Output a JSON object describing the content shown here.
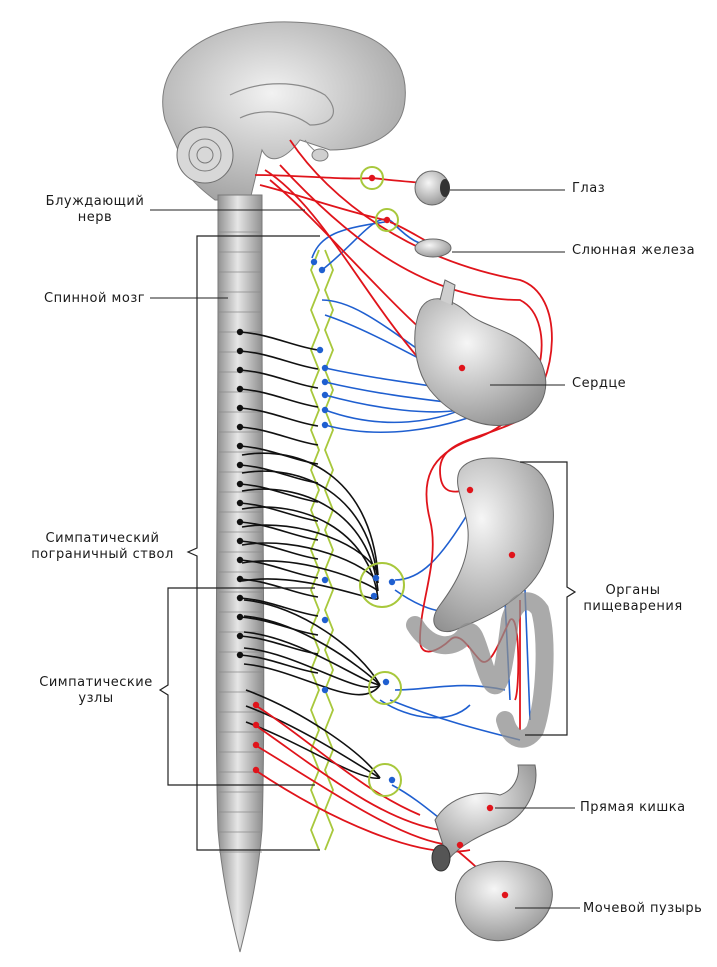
{
  "labels": {
    "vagus_nerve": [
      "Блуждающий",
      "нерв"
    ],
    "spinal_cord": "Спинной мозг",
    "sympathetic_trunk": [
      "Симпатический",
      "пограничный ствол"
    ],
    "sympathetic_ganglia": [
      "Симпатические",
      "узлы"
    ],
    "eye": "Глаз",
    "salivary_gland": "Слюнная железа",
    "heart": "Сердце",
    "digestive_organs": [
      "Органы",
      "пищеварения"
    ],
    "rectum": "Прямая кишка",
    "bladder": "Мочевой пузырь"
  },
  "colors": {
    "parasympathetic": "#e0141b",
    "sympathetic_postganglionic": "#1f5fd0",
    "preganglionic": "#111111",
    "trunk": "#a8c83c",
    "tissue": "#9a9a9a"
  }
}
